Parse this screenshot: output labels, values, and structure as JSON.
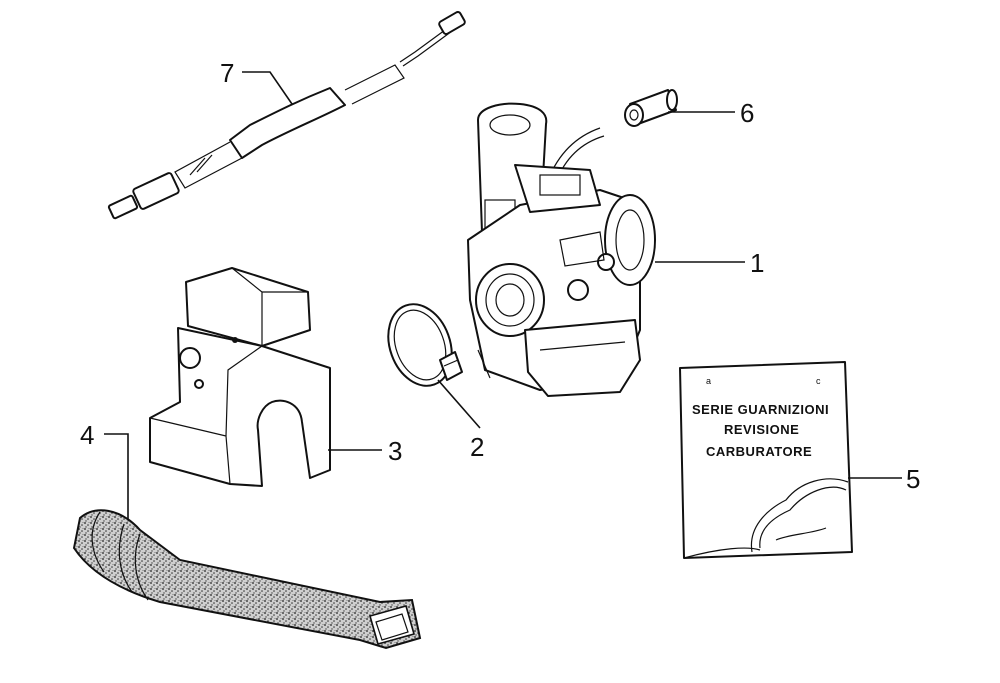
{
  "callouts": [
    {
      "id": "1",
      "label": "1"
    },
    {
      "id": "2",
      "label": "2"
    },
    {
      "id": "3",
      "label": "3"
    },
    {
      "id": "4",
      "label": "4"
    },
    {
      "id": "5",
      "label": "5"
    },
    {
      "id": "6",
      "label": "6"
    },
    {
      "id": "7",
      "label": "7"
    }
  ],
  "kit": {
    "line1": "SERIE GUARNIZIONI",
    "line2": "REVISIONE",
    "line3": "CARBURATORE",
    "mark_left": "a",
    "mark_right": "c"
  }
}
